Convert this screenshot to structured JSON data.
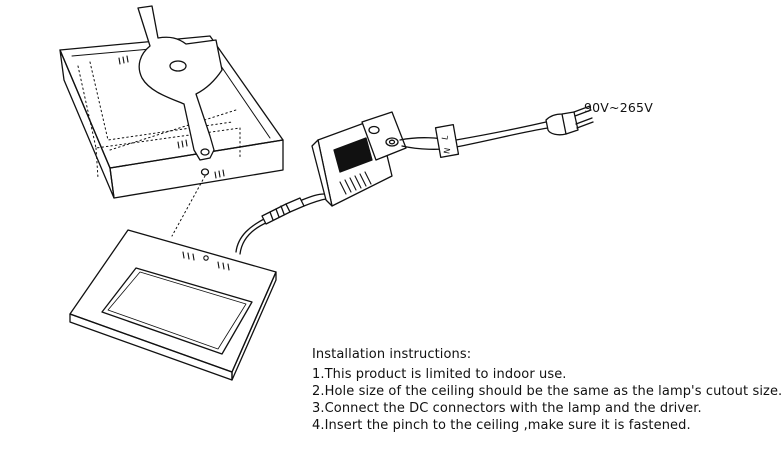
{
  "diagram": {
    "voltage_label": "90V~265V",
    "line_marker": "L",
    "neutral_marker": "N",
    "line_color": "#111111",
    "background_color": "#ffffff"
  },
  "instructions": {
    "heading": "Installation instructions:",
    "steps": [
      "1.This product is limited to indoor use.",
      "2.Hole size of the ceiling should be the same as the lamp's cutout size.",
      "3.Connect the DC connectors with the lamp and the driver.",
      "4.Insert the pinch to the ceiling ,make sure it is fastened."
    ]
  }
}
